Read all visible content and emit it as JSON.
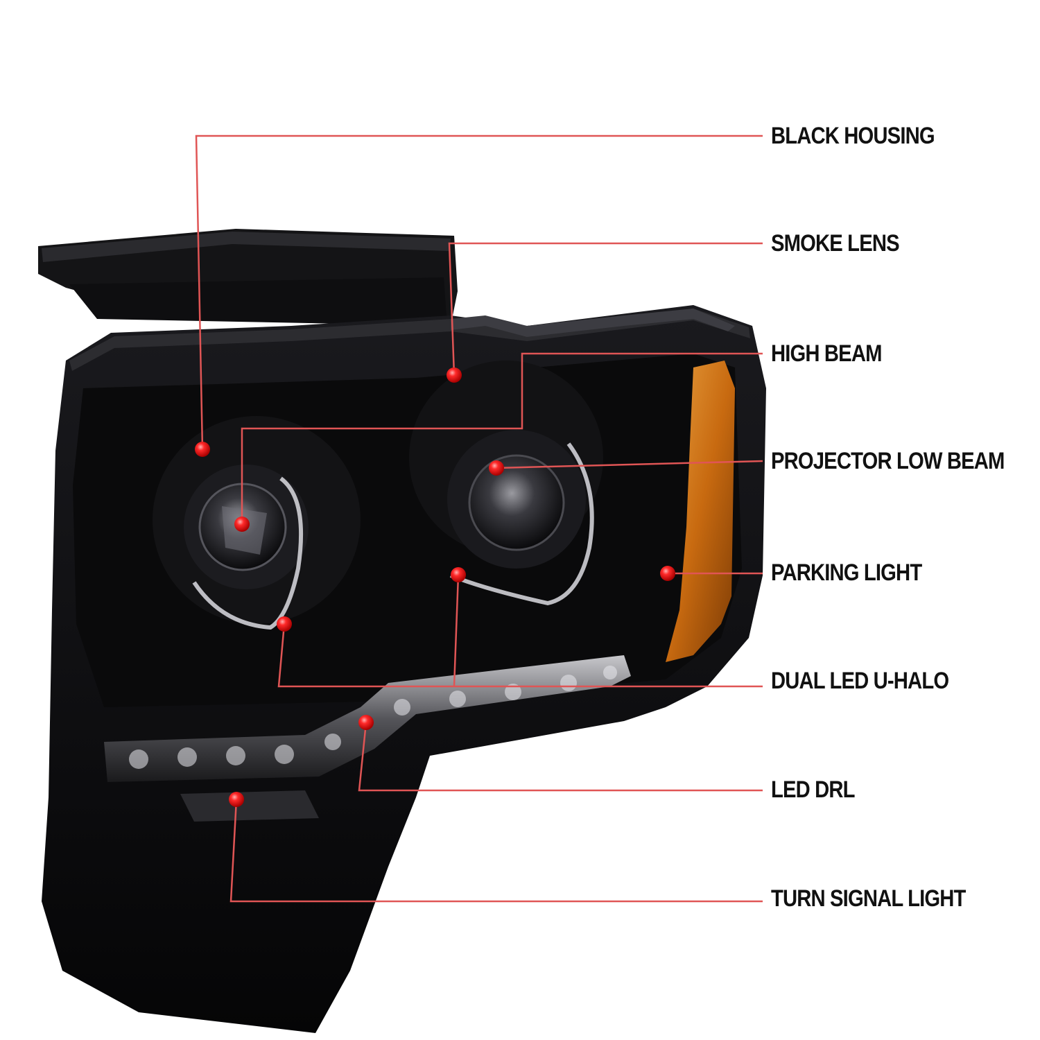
{
  "diagram": {
    "accent_color": "#e03a3a",
    "housing_color": "#0c0c0e",
    "amber_color": "#d47a14"
  },
  "callouts": [
    {
      "key": "black_housing",
      "label": "BLACK HOUSING"
    },
    {
      "key": "smoke_lens",
      "label": "SMOKE LENS"
    },
    {
      "key": "high_beam",
      "label": "HIGH BEAM"
    },
    {
      "key": "projector_low_beam",
      "label": "PROJECTOR LOW BEAM"
    },
    {
      "key": "parking_light",
      "label": "PARKING LIGHT"
    },
    {
      "key": "dual_led_u_halo",
      "label": "DUAL LED U-HALO"
    },
    {
      "key": "led_drl",
      "label": "LED DRL"
    },
    {
      "key": "turn_signal_light",
      "label": "TURN SIGNAL LIGHT"
    }
  ]
}
